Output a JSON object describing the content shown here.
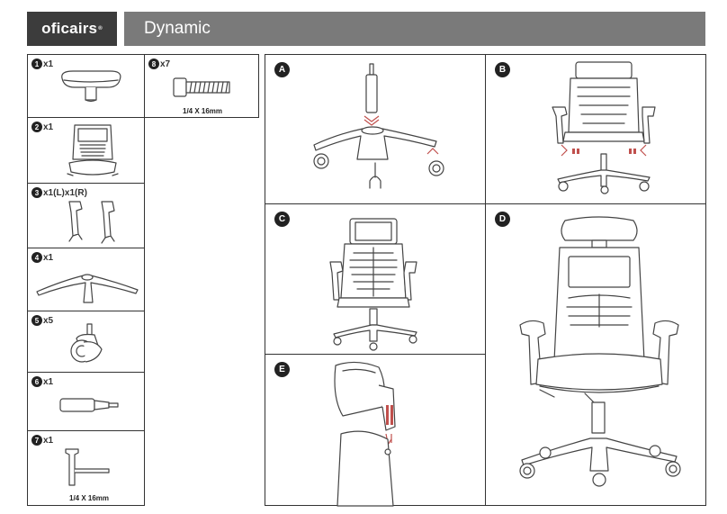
{
  "header": {
    "brand": "oficairs",
    "brand_mark": "®",
    "model": "Dynamic"
  },
  "parts": [
    {
      "num": "1",
      "qty": "x1",
      "icon": "armrest-pad-icon"
    },
    {
      "num": "2",
      "qty": "x1",
      "icon": "backrest-icon"
    },
    {
      "num": "3",
      "qty": "x1(L)x1(R)",
      "icon": "armrests-icon"
    },
    {
      "num": "4",
      "qty": "x1",
      "icon": "star-base-icon"
    },
    {
      "num": "5",
      "qty": "x5",
      "icon": "caster-icon"
    },
    {
      "num": "6",
      "qty": "x1",
      "icon": "gas-lift-icon"
    },
    {
      "num": "7",
      "qty": "x1",
      "icon": "allen-key-icon",
      "dim": "1/4 X 16mm"
    },
    {
      "num": "8",
      "qty": "x7",
      "icon": "bolt-icon",
      "dim": "1/4 X 16mm"
    }
  ],
  "steps": [
    {
      "letter": "A",
      "icon": "insert-gas-lift-into-base-icon"
    },
    {
      "letter": "B",
      "icon": "attach-seat-to-mechanism-icon"
    },
    {
      "letter": "C",
      "icon": "assembled-chair-back-view-icon"
    },
    {
      "letter": "D",
      "icon": "complete-chair-front-view-icon"
    },
    {
      "letter": "E",
      "icon": "attach-headrest-icon"
    }
  ],
  "colors": {
    "brand_bg": "#3c3c3c",
    "title_bg": "#7a7a7a",
    "line": "#444444",
    "highlight": "#c0504d"
  }
}
